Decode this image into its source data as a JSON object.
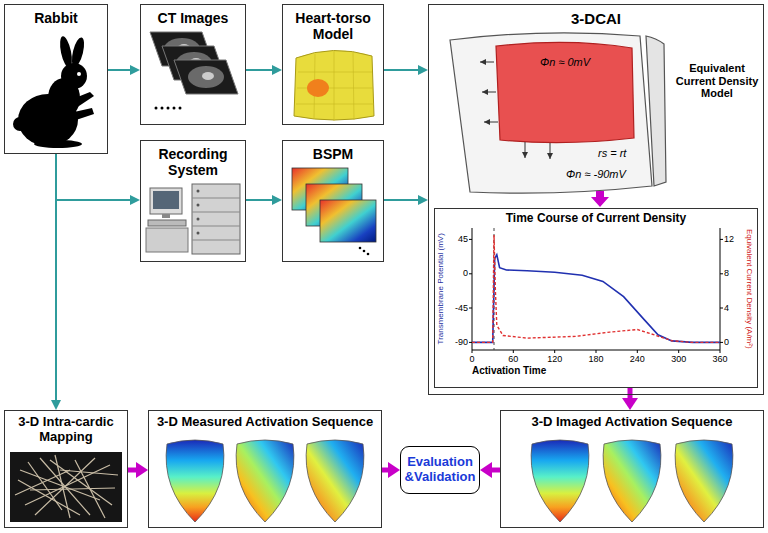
{
  "diagram": {
    "nodes": [
      {
        "text": [
          "Rabbit"
        ]
      },
      {
        "text": [
          "CT Images"
        ]
      },
      {
        "text": [
          "Heart-torso Model"
        ]
      },
      {
        "text": [
          "3-DCAI"
        ]
      },
      {
        "text": [
          "Time Course of Current Density"
        ],
        "in": 3
      },
      {
        "text": [
          "Recording System"
        ]
      },
      {
        "text": [
          "BSPM"
        ]
      },
      {
        "text": [
          "3-D Intra-cardic Mapping"
        ]
      },
      {
        "text": [
          "3-D Measured Activation Sequence"
        ]
      },
      {
        "text": [
          "Evaluation &Validation"
        ]
      },
      {
        "text": [
          "3-D Imaged Activation Sequence"
        ]
      }
    ],
    "edges": [
      {
        "from": 0,
        "to": 1,
        "arrow": "to"
      },
      {
        "from": 1,
        "to": 2,
        "arrow": "to"
      },
      {
        "from": 2,
        "to": 3,
        "arrow": "to"
      },
      {
        "from": 0,
        "to": 5,
        "arrow": "to"
      },
      {
        "from": 5,
        "to": 6,
        "arrow": "to"
      },
      {
        "from": 6,
        "to": 3,
        "arrow": "to"
      },
      {
        "from": 0,
        "to": 7,
        "arrow": "to"
      },
      {
        "from": 7,
        "to": 8,
        "arrow": "to"
      },
      {
        "from": 8,
        "to": 9,
        "arrow": "to"
      },
      {
        "from": 10,
        "to": 9,
        "arrow": "to"
      },
      {
        "from": 4,
        "to": 10,
        "arrow": "to"
      }
    ],
    "labels": [
      "Equivalent Current Density Model",
      "Φn ≈ 0mV",
      "rs = rt",
      "Φn ≈ -90mV",
      "45",
      "0",
      "-45",
      "-90",
      "12",
      "8",
      "4",
      "0",
      "0",
      "60",
      "120",
      "180",
      "240",
      "300",
      "360",
      "Transmembrane Potential (mV)",
      "Equivalent Current Density (A/m²)",
      "Activation Time"
    ]
  }
}
